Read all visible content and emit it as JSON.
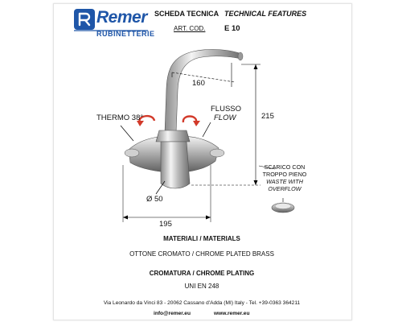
{
  "header": {
    "logo_text": "Remer",
    "logo_subtitle": "RUBINETTERIE",
    "title_it": "SCHEDA TECNICA",
    "title_en": "TECHNICAL FEATURES",
    "art_label": "ART. COD.",
    "art_code": "E 10"
  },
  "drawing": {
    "dim_spout": "160",
    "dim_height": "215",
    "dim_width": "195",
    "dim_base": "Ø 50",
    "thermo_label": "THERMO 38°",
    "flow_it": "FLUSSO",
    "flow_en": "FLOW",
    "waste_line1": "SCARICO CON",
    "waste_line2": "TROPPO PIENO",
    "waste_line3": "WASTE WITH",
    "waste_line4": "OVERFLOW",
    "accent_color": "#d23a2a",
    "logo_color": "#1f56a8"
  },
  "specs": {
    "materials_title": "MATERIALI / MATERIALS",
    "materials_value": "OTTONE CROMATO / CHROME PLATED BRASS",
    "plating_title": "CROMATURA / CHROME PLATING",
    "plating_value": "UNI EN 248"
  },
  "footer": {
    "address": "Via Leonardo da Vinci 83 - 20062 Cassano d'Adda (MI) Italy - Tel. +39-0363 364211",
    "email": "info@remer.eu",
    "website": "www.remer.eu"
  }
}
